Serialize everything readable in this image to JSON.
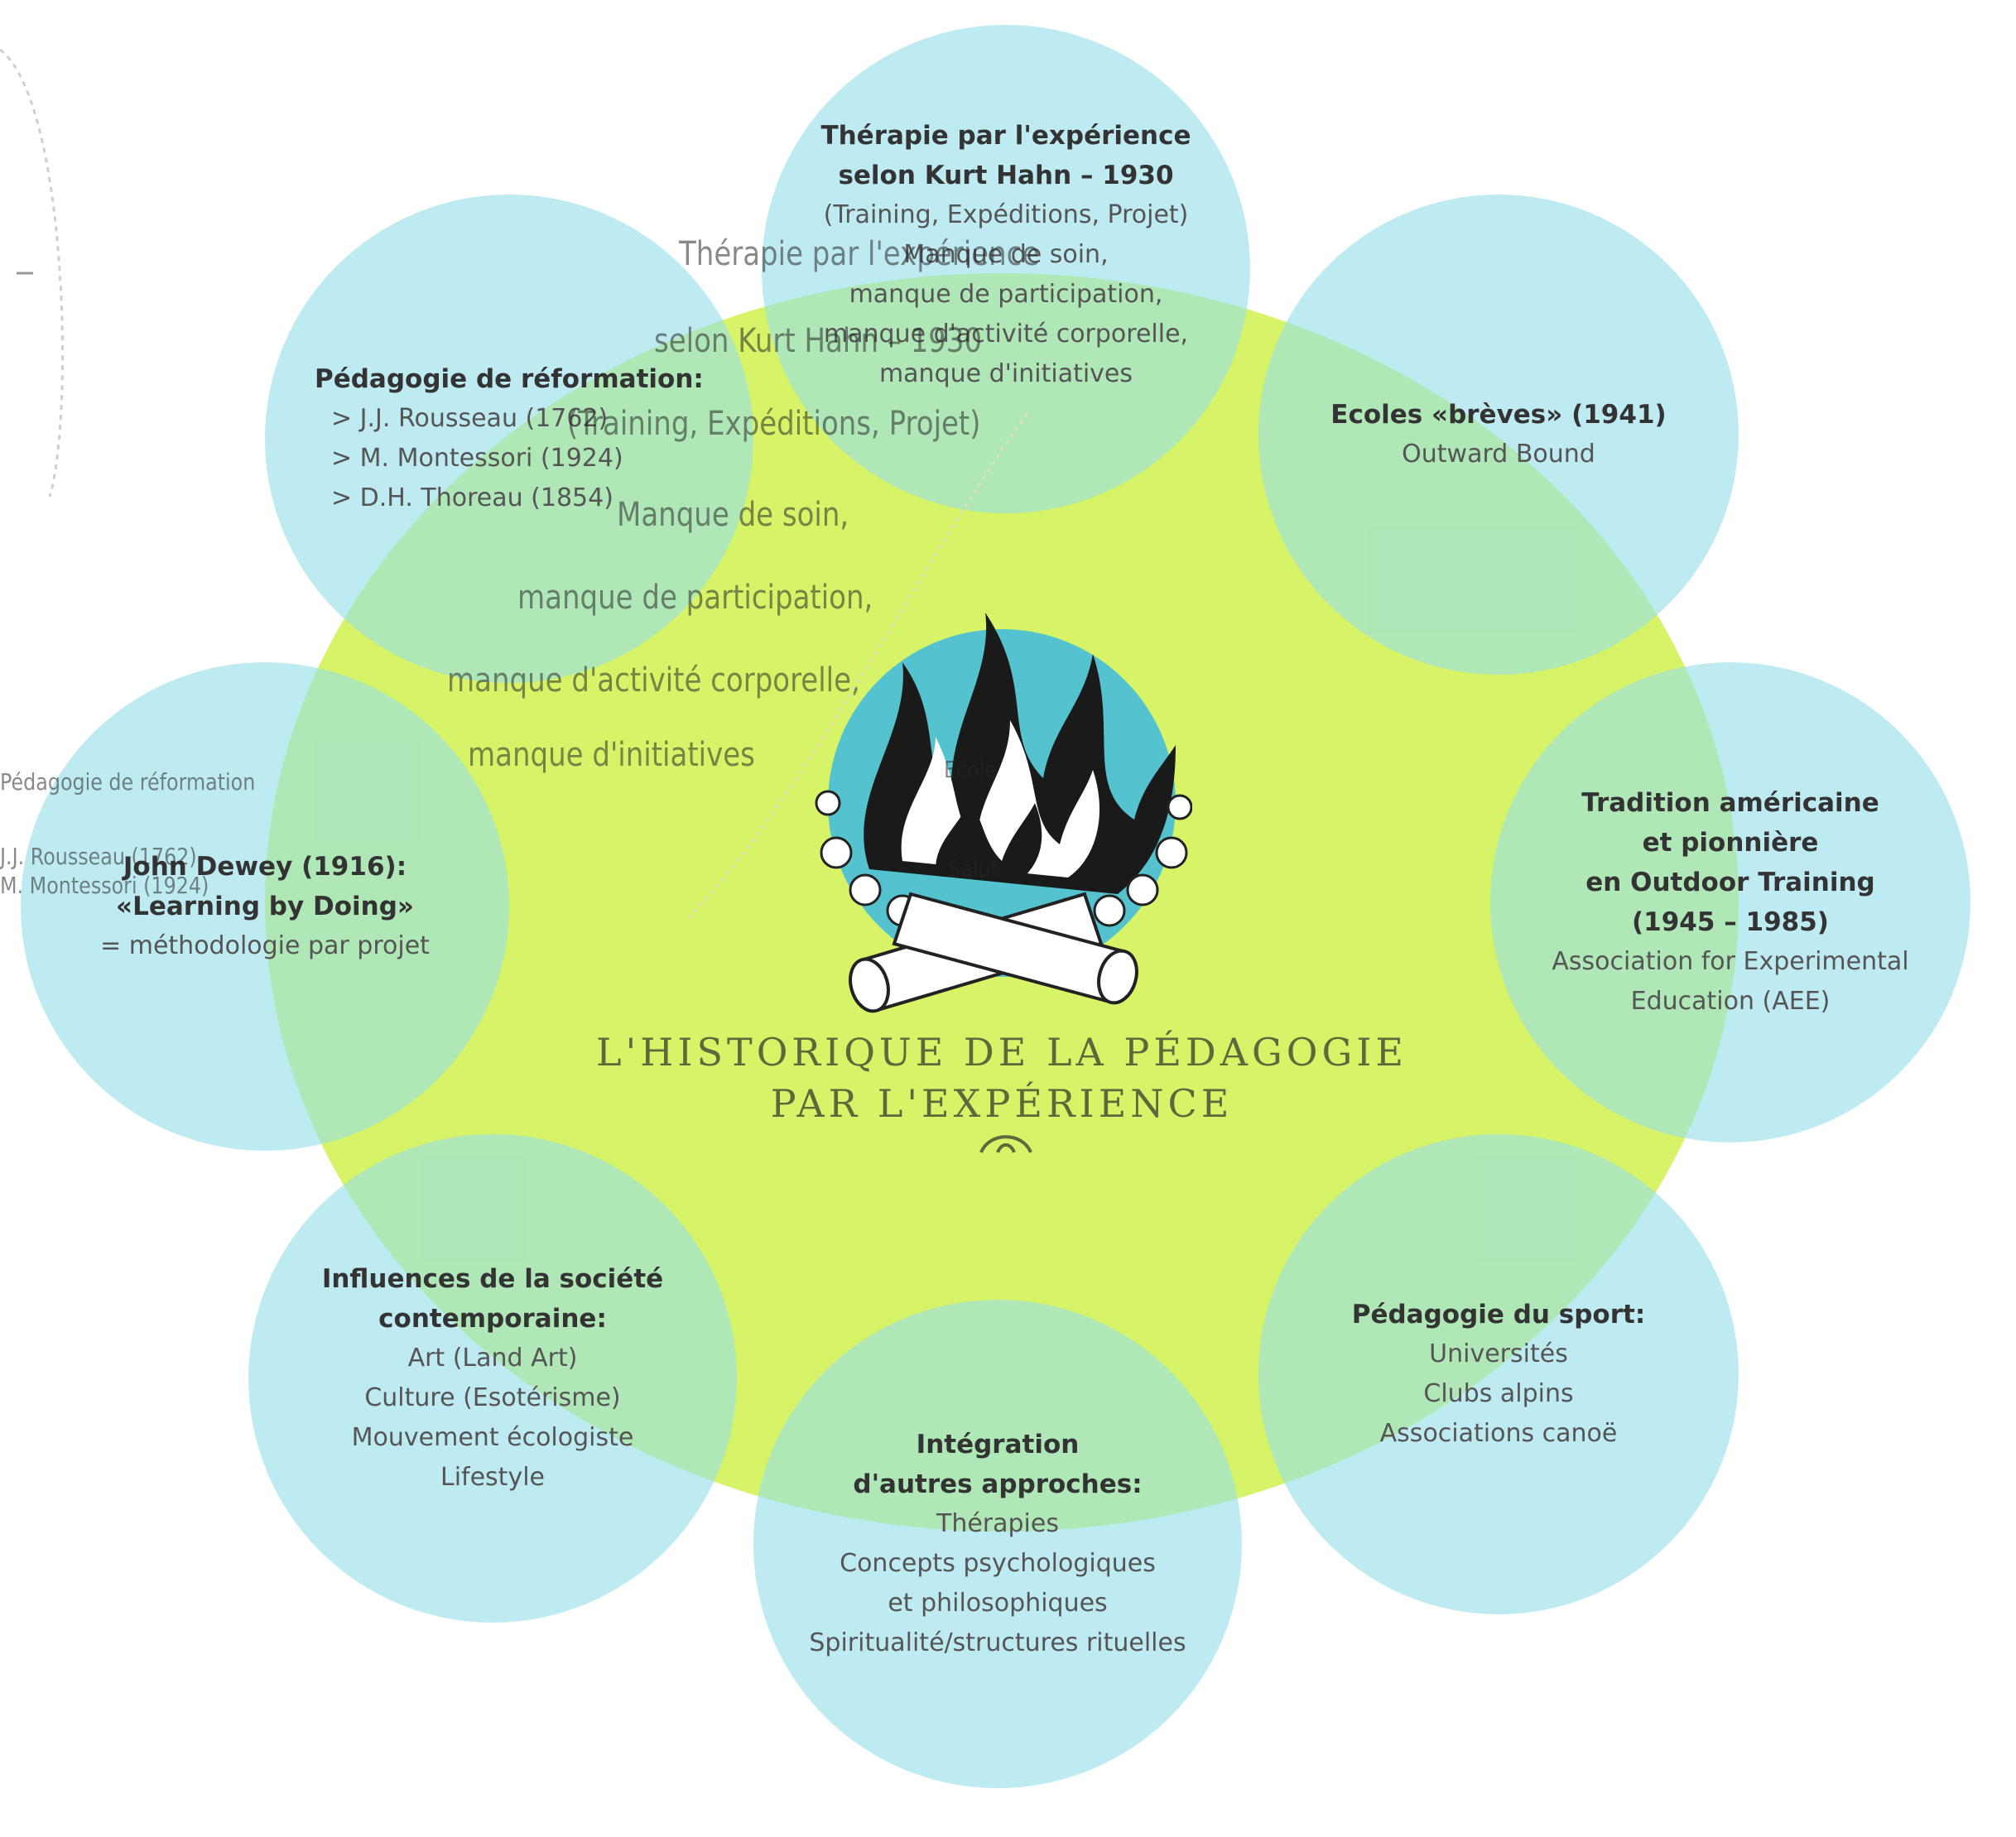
{
  "title_lines": [
    "L'HISTORIQUE DE LA PÉDAGOGIE",
    "PAR L'EXPÉRIENCE"
  ],
  "bubbles": {
    "hahn": {
      "title": "Thérapie par l'expérience\nselon Kurt Hahn – 1930",
      "lines": [
        "(Training, Expéditions, Projet)",
        "Manque de soin,",
        "manque de participation,",
        "manque d'activité corporelle,",
        "manque d'initiatives"
      ]
    },
    "ecoles": {
      "title": "Ecoles «brèves» (1941)",
      "lines": [
        "Outward Bound"
      ]
    },
    "tradition": {
      "title": "Tradition américaine\net pionnière\nen Outdoor Training\n(1945 – 1985)",
      "lines": [
        "Association for Experimental",
        "Education (AEE)"
      ]
    },
    "sport": {
      "title": "Pédagogie du sport:",
      "lines": [
        "Universités",
        "Clubs alpins",
        "Associations canoë"
      ]
    },
    "integration": {
      "title": "Intégration\nd'autres approches:",
      "lines": [
        "Thérapies",
        "Concepts psychologiques",
        "et philosophiques",
        "Spiritualité/structures rituelles"
      ]
    },
    "influences": {
      "title": "Influences de la société\ncontemporaine:",
      "lines": [
        "Art (Land Art)",
        "Culture (Esotérisme)",
        "Mouvement écologiste",
        "Lifestyle"
      ]
    },
    "dewey": {
      "title": "John Dewey (1916):\n«Learning by Doing»",
      "lines": [
        "= méthodologie par projet"
      ]
    },
    "reformation": {
      "title": "Pédagogie de réformation:",
      "lines": [
        "> J.J. Rousseau (1762)",
        "> M. Montessori (1924)",
        "> D.H. Thoreau (1854)"
      ]
    }
  },
  "ghost_text": {
    "hahn_title_1": "Thérapie par l'expérience",
    "hahn_title_2": "selon Kurt Hahn – 1930",
    "hahn_sub": "(Training, Expéditions, Projet)",
    "m1": "Manque de soin,",
    "m2": "manque de participation,",
    "m3": "manque d'activité corporelle,",
    "m4": "manque d'initiatives",
    "center_1": "Ecole",
    "center_2": "Salut",
    "left_1": "Pédagogie de réformation",
    "left_2": "J.J. Rousseau (1762)",
    "left_3": "M. Montessori (1924)"
  },
  "colors": {
    "big_circle": "#d4f25a",
    "bubble": "#a8e4ee",
    "fire_ring": "#55c3cf",
    "title_text": "#5a6a3a"
  },
  "icons": [
    "campfire-icon",
    "ornament-icon"
  ]
}
